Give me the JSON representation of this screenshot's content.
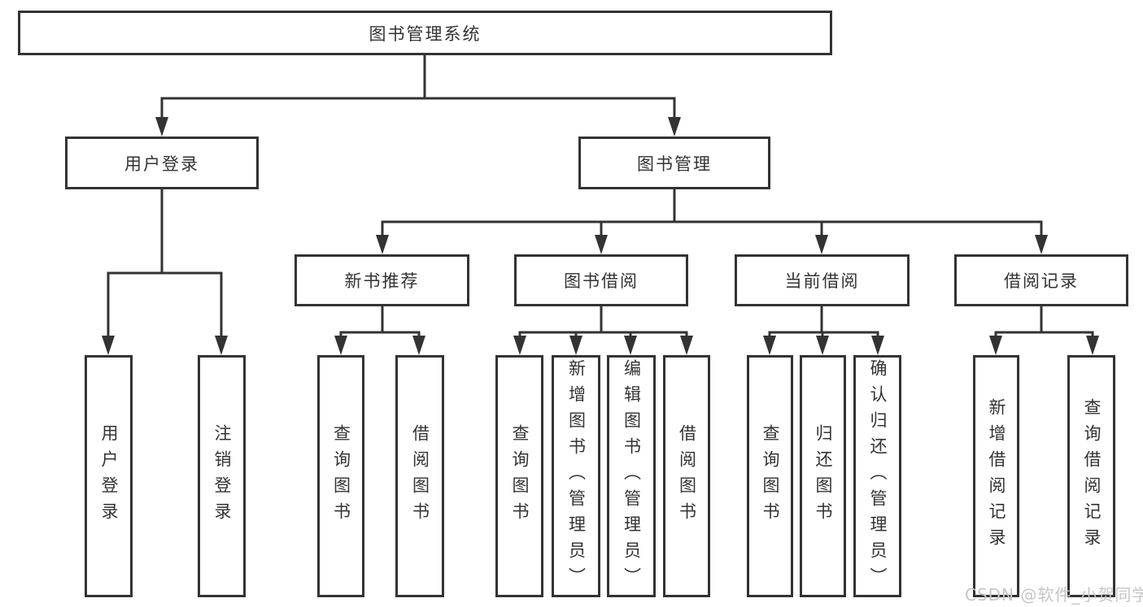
{
  "diagram": {
    "title": "图书管理系统",
    "children": [
      {
        "label": "用户登录",
        "children": [
          {
            "label": "用户登录"
          },
          {
            "label": "注销登录"
          }
        ]
      },
      {
        "label": "图书管理",
        "children": [
          {
            "label": "新书推荐",
            "children": [
              {
                "label": "查询图书"
              },
              {
                "label": "借阅图书"
              }
            ]
          },
          {
            "label": "图书借阅",
            "children": [
              {
                "label": "查询图书"
              },
              {
                "label": "新增图书（管理员）"
              },
              {
                "label": "编辑图书（管理员）"
              },
              {
                "label": "借阅图书"
              }
            ]
          },
          {
            "label": "当前借阅",
            "children": [
              {
                "label": "查询图书"
              },
              {
                "label": "归还图书"
              },
              {
                "label": "确认归还（管理员）"
              }
            ]
          },
          {
            "label": "借阅记录",
            "children": [
              {
                "label": "新增借阅记录"
              },
              {
                "label": "查询借阅记录"
              }
            ]
          }
        ]
      }
    ]
  },
  "watermark": "CSDN @软件_小贺同学",
  "colors": {
    "line": "#333333",
    "text": "#333333",
    "box_background": "#ffffff",
    "watermark": "#c6c6c6"
  }
}
